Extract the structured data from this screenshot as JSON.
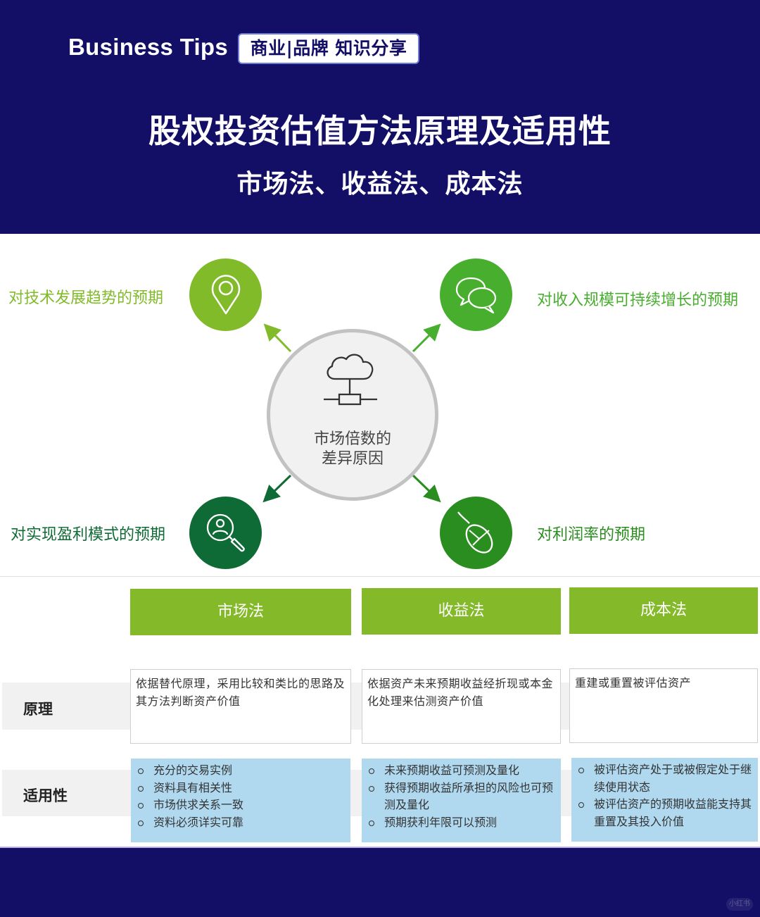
{
  "header": {
    "brand": "Business Tips",
    "tag": "商业|品牌 知识分享",
    "title": "股权投资估值方法原理及适用性",
    "subtitle": "市场法、收益法、成本法"
  },
  "diagram": {
    "center": {
      "icon": "cloud-network-icon",
      "line1": "市场倍数的",
      "line2": "差异原因"
    },
    "factors": [
      {
        "position": "top-left",
        "label": "对技术发展趋势的预期",
        "icon": "map-pin-icon",
        "color": "#82bb2a"
      },
      {
        "position": "top-right",
        "label": "对收入规模可持续增长的预期",
        "icon": "chat-bubbles-icon",
        "color": "#47ae2e"
      },
      {
        "position": "bottom-left",
        "label": "对实现盈利模式的预期",
        "icon": "search-user-icon",
        "color": "#0f6b35"
      },
      {
        "position": "bottom-right",
        "label": "对利润率的预期",
        "icon": "mouse-icon",
        "color": "#2a8d1f"
      }
    ]
  },
  "table": {
    "columns": [
      "市场法",
      "收益法",
      "成本法"
    ],
    "rows": [
      {
        "label": "原理",
        "cells": [
          "依据替代原理，采用比较和类比的思路及其方法判断资产价值",
          "依据资产未来预期收益经折现或本金化处理来估测资产价值",
          "重建或重置被评估资产"
        ]
      },
      {
        "label": "适用性",
        "cells": [
          [
            "充分的交易实例",
            "资料具有相关性",
            "市场供求关系一致",
            "资料必须详实可靠"
          ],
          [
            "未来预期收益可预测及量化",
            "获得预期收益所承担的风险也可预测及量化",
            "预期获利年限可以预测"
          ],
          [
            "被评估资产处于或被假定处于继续使用状态",
            "被评估资产的预期收益能支持其重置及其投入价值"
          ]
        ]
      }
    ]
  },
  "footer": {
    "watermark": "小红书"
  },
  "colors": {
    "navy": "#130f66",
    "header_green": "#84ba29",
    "apply_blue": "#b0d9f0",
    "row_band_gray": "#f1f1f1"
  }
}
